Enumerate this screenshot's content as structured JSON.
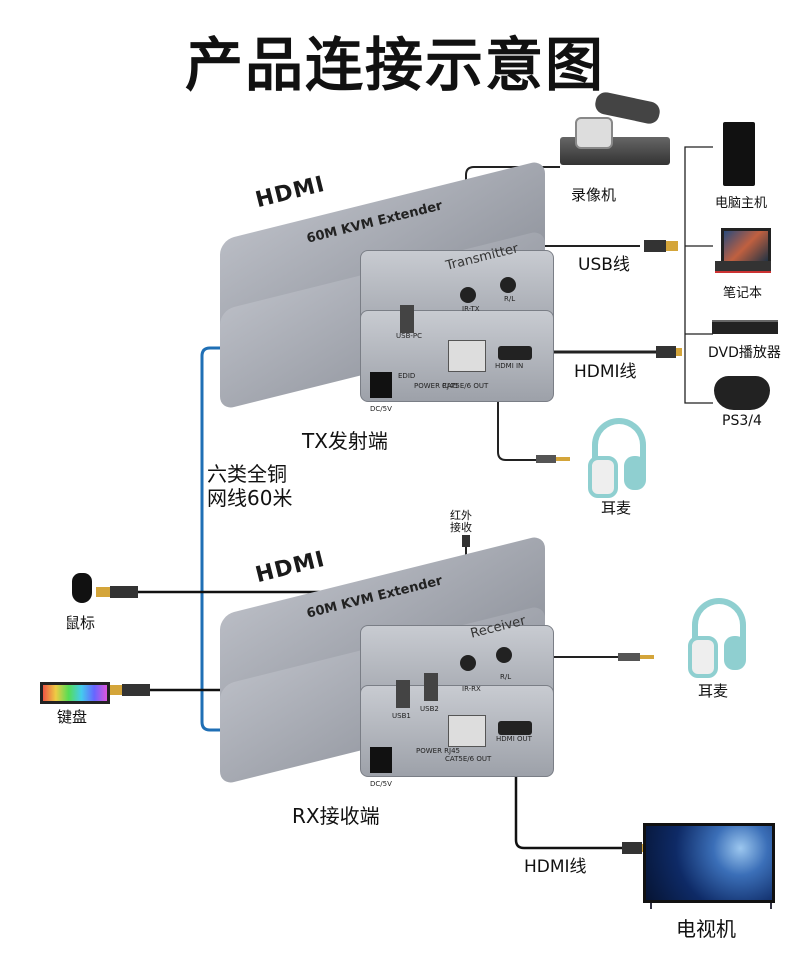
{
  "title": "产品连接示意图",
  "transmitter": {
    "label": "TX发射端",
    "logo": "HDMI",
    "model": "60M KVM Extender",
    "side_text": "Transmitter",
    "ports": [
      "USB-PC",
      "IR-TX",
      "R/L",
      "DC/5V",
      "EDID",
      "POWER RJ45",
      "CAT5E/6 OUT",
      "HDMI IN"
    ]
  },
  "receiver": {
    "label": "RX接收端",
    "logo": "HDMI",
    "model": "60M KVM Extender",
    "side_text": "Receiver",
    "ports": [
      "USB1",
      "USB2",
      "IR-RX",
      "R/L",
      "DC/5V",
      "POWER RJ45",
      "CAT5E/6 OUT",
      "HDMI OUT"
    ]
  },
  "network_cable": {
    "line1": "六类全铜",
    "line2": "网线60米",
    "color": "#1f6fb5"
  },
  "sources": {
    "dvr": "录像机",
    "pc": "电脑主机",
    "laptop": "笔记本",
    "dvd": "DVD播放器",
    "ps": "PS3/4",
    "usb_cable": "USB线",
    "hdmi_cable": "HDMI线"
  },
  "tx_headphone": "耳麦",
  "rx_side": {
    "ir_receiver": {
      "line1": "红外",
      "line2": "接收"
    },
    "mouse": "鼠标",
    "keyboard": "键盘",
    "headphone": "耳麦",
    "hdmi_cable": "HDMI线",
    "tv": "电视机"
  }
}
